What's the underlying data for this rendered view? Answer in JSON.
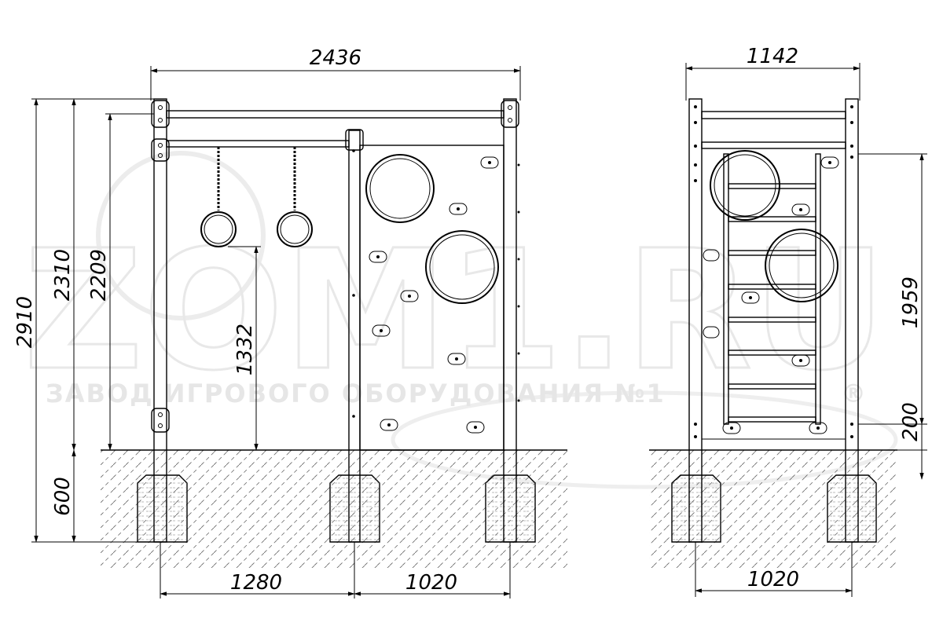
{
  "watermark": {
    "brand": "ZOM1.RU",
    "tagline": "ЗАВОД ИГРОВОГО ОБОРУДОВАНИЯ №1",
    "registered": "®"
  },
  "front_view": {
    "overall_width": "2436",
    "total_height": "2910",
    "top_bar_height": "2310",
    "crossbar_height": "2209",
    "rings_height": "1332",
    "foundation_depth": "600",
    "span_left": "1280",
    "span_right": "1020"
  },
  "side_view": {
    "overall_width": "1142",
    "ladder_height": "1959",
    "ladder_clearance": "200",
    "post_spacing": "1020"
  }
}
